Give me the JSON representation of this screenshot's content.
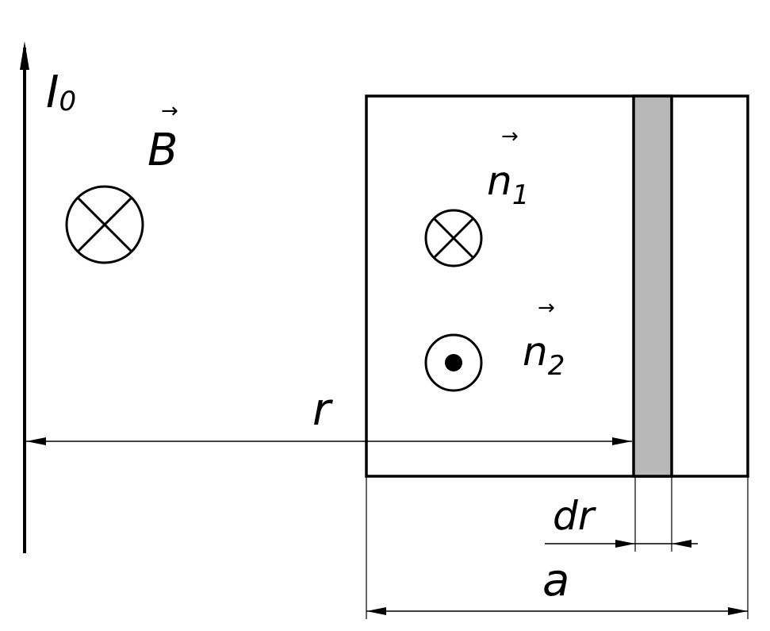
{
  "labels": {
    "current": "I",
    "current_sub": "0",
    "field": "B",
    "field_arrow": "→",
    "normal1": "n",
    "normal1_sub": "1",
    "normal1_arrow": "→",
    "normal2": "n",
    "normal2_sub": "2",
    "normal2_arrow": "→",
    "distance_r": "r",
    "strip_width": "dr",
    "side_a": "a"
  },
  "colors": {
    "line": "#000000",
    "strip_fill": "#b8b8b8",
    "background": "#ffffff"
  },
  "symbols": {
    "into_page": "cross-in-circle-icon",
    "out_of_page": "dot-in-circle-icon"
  }
}
